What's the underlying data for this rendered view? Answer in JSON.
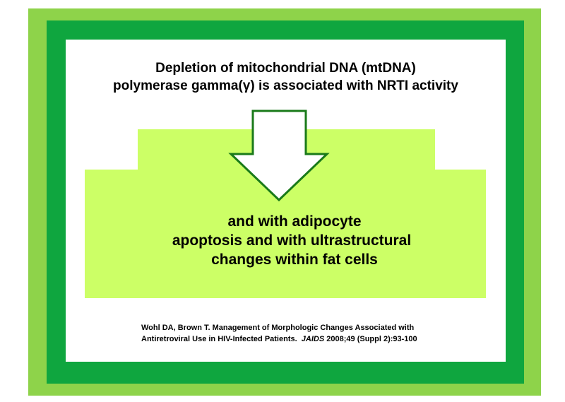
{
  "headline": {
    "line1": "Depletion of mitochondrial DNA (mtDNA)",
    "line2": "polymerase gamma(γ) is associated with NRTI activity"
  },
  "result": {
    "line1": "and with adipocyte",
    "line2": "apoptosis and with ultrastructural",
    "line3": "changes within fat cells"
  },
  "citation": {
    "line1": "Wohl DA, Brown T. Management of Morphologic Changes Associated with",
    "line2_prefix": "Antiretroviral Use in HIV-Infected Patients.",
    "journal": "JAIDS",
    "line2_suffix": "2008;49 (Suppl 2):93-100"
  },
  "colors": {
    "outer_border": "#8ed34a",
    "inner_frame": "#0fa63f",
    "panel": "#ffffff",
    "step_box": "#ccff66",
    "arrow_stroke": "#1a7a1a",
    "arrow_fill": "#ffffff"
  },
  "icons": {
    "arrow": "down-arrow-icon"
  }
}
